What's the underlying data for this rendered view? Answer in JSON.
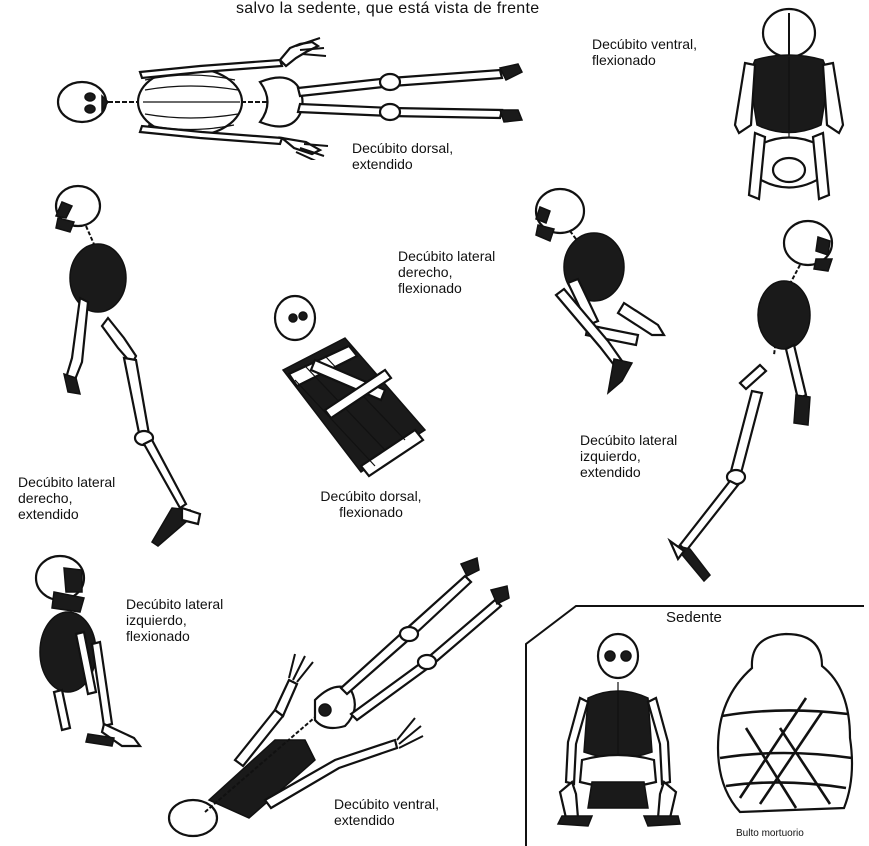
{
  "caption": "salvo la sedente, que está vista de frente",
  "positions": {
    "dorsal_extendido": [
      "Decúbito dorsal,",
      "extendido"
    ],
    "ventral_flexionado": [
      "Decúbito ventral,",
      "flexionado"
    ],
    "lateral_derecho_flexionado": [
      "Decúbito lateral",
      "derecho,",
      "flexionado"
    ],
    "lateral_derecho_extendido": [
      "Decúbito lateral",
      "derecho,",
      "extendido"
    ],
    "dorsal_flexionado": [
      "Decúbito dorsal,",
      "flexionado"
    ],
    "lateral_izquierdo_extendido": [
      "Decúbito lateral",
      "izquierdo,",
      "extendido"
    ],
    "lateral_izquierdo_flexionado": [
      "Decúbito lateral",
      "izquierdo,",
      "flexionado"
    ],
    "ventral_extendido": [
      "Decúbito ventral,",
      "extendido"
    ]
  },
  "sedente": {
    "title": "Sedente",
    "bundle_label": "Bulto mortuorio"
  }
}
